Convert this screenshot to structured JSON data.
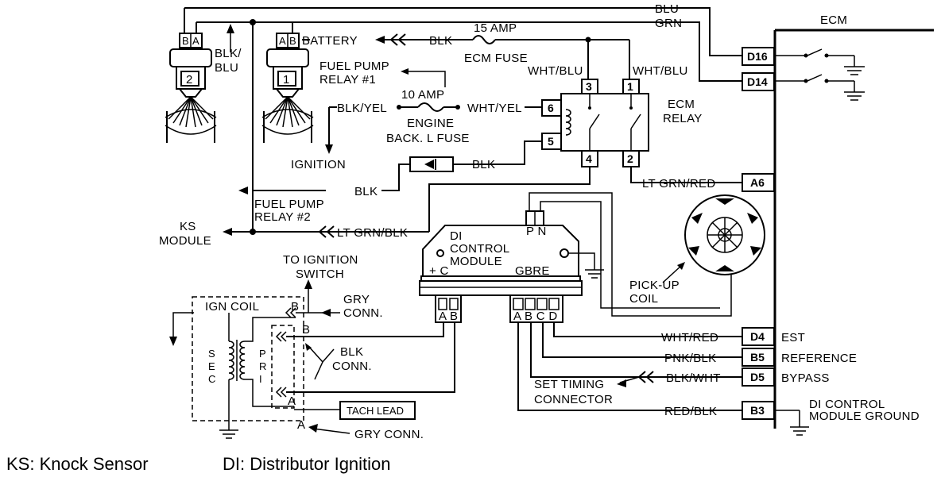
{
  "labels": {
    "blu": "BLU",
    "grn": "GRN",
    "ecm": "ECM",
    "amp15": "15 AMP",
    "blk_top": "BLK",
    "battery": "BATTERY",
    "ecm_fuse": "ECM FUSE",
    "blk_blu_1": "BLK/",
    "blk_blu_2": "BLU",
    "fpr1_1": "FUEL PUMP",
    "fpr1_2": "RELAY #1",
    "amp10": "10 AMP",
    "wht_blu_l": "WHT/BLU",
    "wht_blu_r": "WHT/BLU",
    "blk_yel": "BLK/YEL",
    "wht_yel": "WHT/YEL",
    "engine": "ENGINE",
    "back_fuse": "BACK. L FUSE",
    "ecm_relay_1": "ECM",
    "ecm_relay_2": "RELAY",
    "ignition": "IGNITION",
    "blk_diode": "BLK",
    "lt_grn_red": "LT GRN/RED",
    "blk_fpr2": "BLK",
    "fpr2_1": "FUEL PUMP",
    "fpr2_2": "RELAY #2",
    "ks_1": "KS",
    "ks_2": "MODULE",
    "lt_grn_blk": "LT GRN/BLK",
    "di_1": "DI",
    "di_2": "CONTROL",
    "di_3": "MODULE",
    "plus_c": "+ C",
    "gbre": "GBRE",
    "pn": "P N",
    "to_ign_1": "TO IGNITION",
    "to_ign_2": "SWITCH",
    "ign_coil": "IGN COIL",
    "gry_conn_1": "GRY",
    "gry_conn_2": "CONN.",
    "pickup_1": "PICK-UP",
    "pickup_2": "COIL",
    "blk_conn_1": "BLK",
    "blk_conn_2": "CONN.",
    "sec": [
      "S",
      "E",
      "C"
    ],
    "pri": [
      "P",
      "R",
      "I"
    ],
    "conn_b": "B",
    "conn_b2": "B",
    "conn_a": "A",
    "conn_a2": "A",
    "tach_lead": "TACH LEAD",
    "gry_conn_bottom": "GRY CONN.",
    "ab": "A B",
    "abcd": "A B C D",
    "wht_red": "WHT/RED",
    "pnk_blk": "PNK/BLK",
    "blk_wht": "BLK/WHT",
    "red_blk": "RED/BLK",
    "set_timing_1": "SET TIMING",
    "set_timing_2": "CONNECTOR",
    "est": "EST",
    "reference": "REFERENCE",
    "bypass": "BYPASS",
    "di_ground_1": "DI CONTROL",
    "di_ground_2": "MODULE GROUND"
  },
  "injectors": [
    {
      "number": "2",
      "pins": [
        "B",
        "A"
      ]
    },
    {
      "number": "1",
      "pins": [
        "A",
        "B"
      ]
    }
  ],
  "relay_pins": [
    "3",
    "1",
    "6",
    "5",
    "4",
    "2"
  ],
  "ecm_pins": [
    "D16",
    "D14",
    "A6",
    "D4",
    "B5",
    "D5",
    "B3"
  ],
  "legend": {
    "ks": "KS: Knock Sensor",
    "di": "DI: Distributor Ignition"
  }
}
